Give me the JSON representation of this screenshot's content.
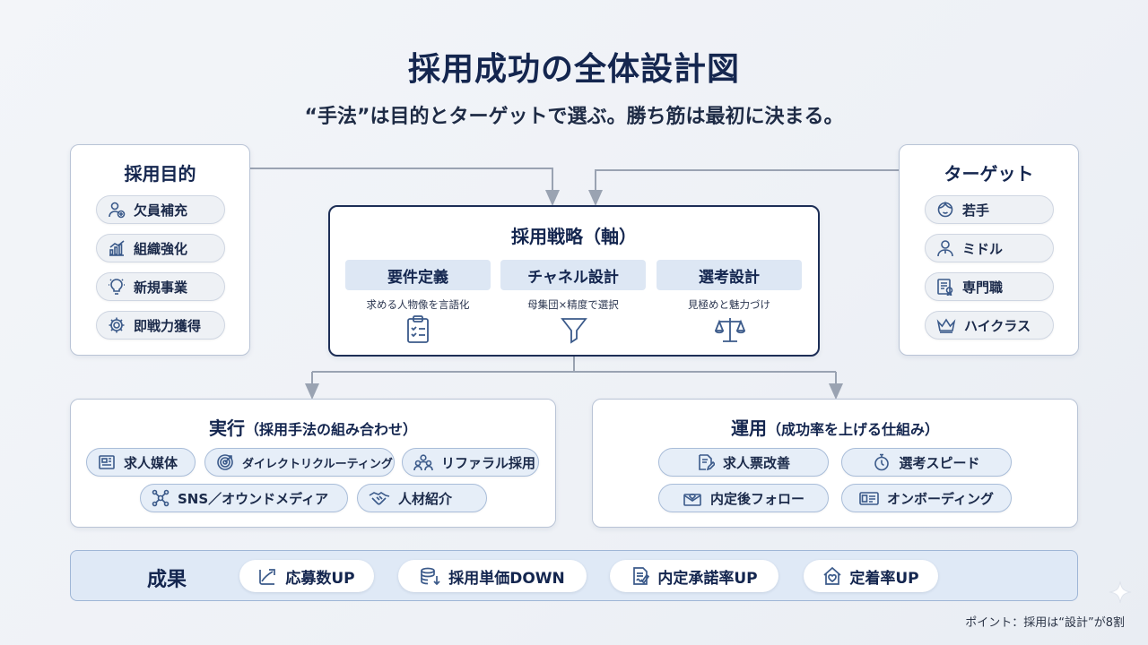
{
  "header": {
    "title": "採用成功の全体設計図",
    "subtitle": "“手法”は目的とターゲットで選ぶ。勝ち筋は最初に決まる。"
  },
  "purpose": {
    "title": "採用目的",
    "items": [
      {
        "label": "欠員補充",
        "icon": "person-add-icon"
      },
      {
        "label": "組織強化",
        "icon": "growth-chart-icon"
      },
      {
        "label": "新規事業",
        "icon": "lightbulb-icon"
      },
      {
        "label": "即戦力獲得",
        "icon": "gear-icon"
      }
    ]
  },
  "target": {
    "title": "ターゲット",
    "items": [
      {
        "label": "若手",
        "icon": "young-face-icon"
      },
      {
        "label": "ミドル",
        "icon": "person-icon"
      },
      {
        "label": "専門職",
        "icon": "certificate-icon"
      },
      {
        "label": "ハイクラス",
        "icon": "crown-icon"
      }
    ]
  },
  "strategy": {
    "title": "採用戦略（軸）",
    "columns": [
      {
        "head": "要件定義",
        "desc": "求める人物像を言語化",
        "icon": "clipboard-checklist-icon"
      },
      {
        "head": "チャネル設計",
        "desc": "母集団×精度で選択",
        "icon": "funnel-icon"
      },
      {
        "head": "選考設計",
        "desc": "見極めと魅力づけ",
        "icon": "scales-icon"
      }
    ]
  },
  "execution": {
    "title": "実行",
    "title_sub": "（採用手法の組み合わせ）",
    "items": [
      {
        "label": "求人媒体",
        "icon": "newspaper-icon"
      },
      {
        "label": "ダイレクトリクルーティング",
        "icon": "target-icon"
      },
      {
        "label": "リファラル採用",
        "icon": "group-icon"
      },
      {
        "label": "SNS／オウンドメディア",
        "icon": "network-icon"
      },
      {
        "label": "人材紹介",
        "icon": "handshake-icon"
      }
    ]
  },
  "operation": {
    "title": "運用",
    "title_sub": "（成功率を上げる仕組み）",
    "items": [
      {
        "label": "求人票改善",
        "icon": "edit-document-icon"
      },
      {
        "label": "選考スピード",
        "icon": "stopwatch-icon"
      },
      {
        "label": "内定後フォロー",
        "icon": "letter-icon"
      },
      {
        "label": "オンボーディング",
        "icon": "id-card-icon"
      }
    ]
  },
  "results": {
    "title": "成果",
    "items": [
      {
        "label": "応募数UP",
        "icon": "arrow-up-icon"
      },
      {
        "label": "採用単価DOWN",
        "icon": "coins-down-icon"
      },
      {
        "label": "内定承諾率UP",
        "icon": "signed-document-icon"
      },
      {
        "label": "定着率UP",
        "icon": "home-heart-icon"
      }
    ]
  },
  "footer": {
    "note": "ポイント：採用は“設計”が8割"
  },
  "colors": {
    "navy": "#14264f",
    "panel_border": "#b9c4d6",
    "accent_blue": "#dde7f4",
    "result_band": "#dfe9f6"
  }
}
